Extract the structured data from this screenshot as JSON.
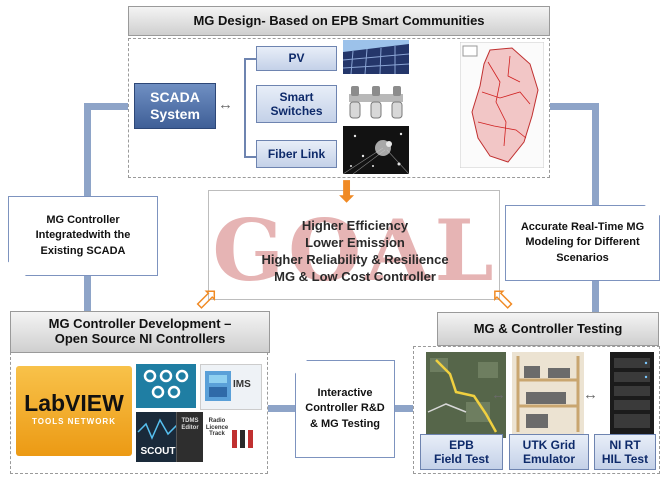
{
  "top_header": "MG Design- Based on EPB Smart Communities",
  "scada": {
    "line1": "SCADA",
    "line2": "System"
  },
  "components": [
    "PV",
    "Smart Switches",
    "Fiber Link"
  ],
  "center_lines": [
    "Higher Efficiency",
    "Lower Emission",
    "Higher Reliability & Resilience",
    "MG & Low Cost Controller"
  ],
  "watermark": "GOAL",
  "left_callout": "MG Controller Integratedwith the Existing SCADA",
  "right_callout": "Accurate Real-Time MG Modeling for Different Scenarios",
  "bl_header": {
    "line1": "MG Controller Development –",
    "line2": "Open Source NI Controllers"
  },
  "br_header": "MG & Controller Testing",
  "mid_callout": "Interactive Controller R&D & MG Testing",
  "labview": {
    "line1": "LabVIEW",
    "line2": "TOOLS NETWORK"
  },
  "logos": {
    "scout": "SCOUT",
    "tdms": "TDMS Editor",
    "ims": "IMS",
    "radio": "Radio Licence Track"
  },
  "tests": [
    {
      "line1": "EPB",
      "line2": "Field Test"
    },
    {
      "line1": "UTK Grid",
      "line2": "Emulator"
    },
    {
      "line1": "NI RT",
      "line2": "HIL Test"
    }
  ],
  "colors": {
    "flow_line": "#8ea4c8",
    "arrow": "#f08a24",
    "scada": "#4a6aa3",
    "labview": "#f4a820"
  }
}
